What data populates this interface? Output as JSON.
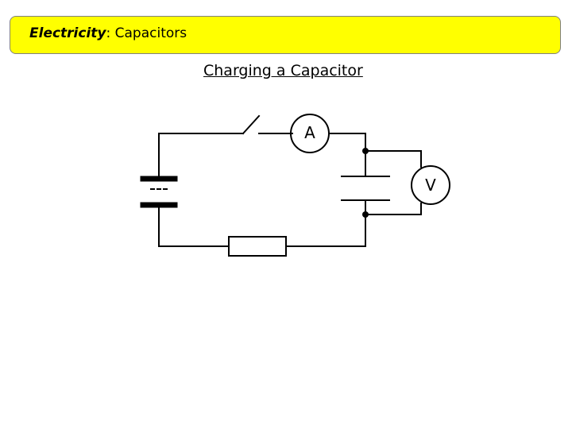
{
  "banner": {
    "topic": "Electricity",
    "separator": ":",
    "subject": "Capacitors"
  },
  "subtitle": "Charging a Capacitor",
  "colors": {
    "banner_fill": "#ffff00",
    "banner_border": "#808080",
    "wire": "#000000",
    "page_background": "#ffffff"
  },
  "circuit": {
    "title": "Charging a Capacitor",
    "components": [
      {
        "name": "battery",
        "label": "",
        "position": "left"
      },
      {
        "name": "switch",
        "label": "",
        "position": "top-left"
      },
      {
        "name": "ammeter",
        "label": "A",
        "position": "top-right"
      },
      {
        "name": "capacitor",
        "label": "",
        "position": "right"
      },
      {
        "name": "voltmeter",
        "label": "V",
        "position": "far-right"
      },
      {
        "name": "resistor",
        "label": "",
        "position": "bottom"
      }
    ],
    "ammeter_label": "A",
    "voltmeter_label": "V"
  }
}
